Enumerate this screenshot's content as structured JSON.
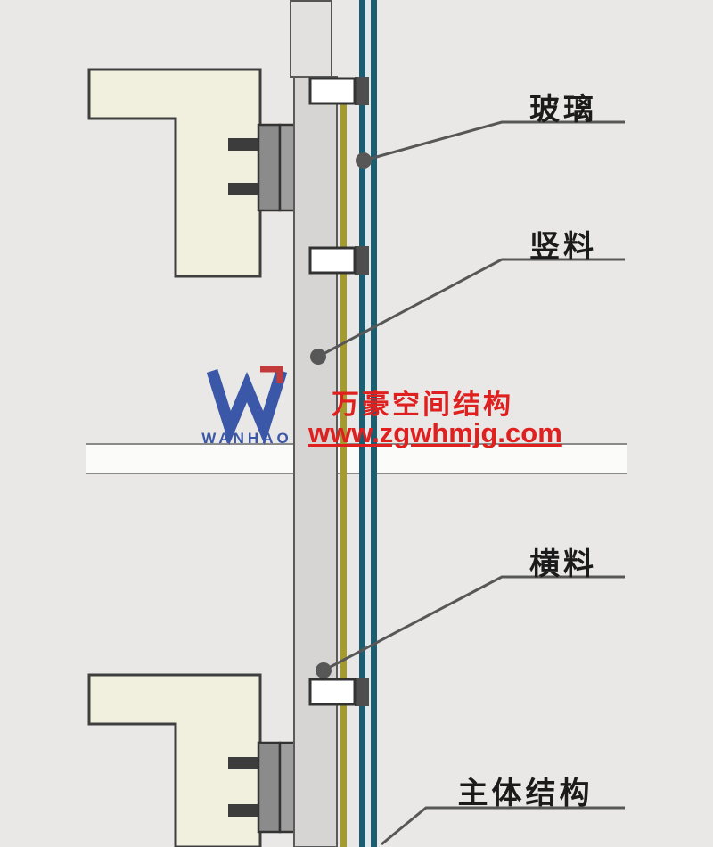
{
  "labels": {
    "glass": "玻璃",
    "mullion": "竖料",
    "transom": "横料",
    "main_structure": "主体结构"
  },
  "watermark": {
    "logo_text": "WANHAO",
    "company": "万豪空间结构",
    "website": "www.zgwhmjg.com"
  },
  "colors": {
    "background": "#e9e8e6",
    "break_band": "#fbfbfa",
    "concrete_fill": "#f1f0df",
    "mullion_fill": "#d6d5d3",
    "mullion_top_fill": "#e2e1df",
    "bracket_fill": "#9e9e9e",
    "bolt_rod": "#3c3c3c",
    "gasket": "#a59a2e",
    "glass_line": "#1b5e71",
    "glass_gap": "#dfe9ea",
    "leader": "#575757",
    "label_text": "#1b1b1b",
    "watermark_red": "#e01f1f",
    "watermark_blue": "#3a57a8"
  }
}
